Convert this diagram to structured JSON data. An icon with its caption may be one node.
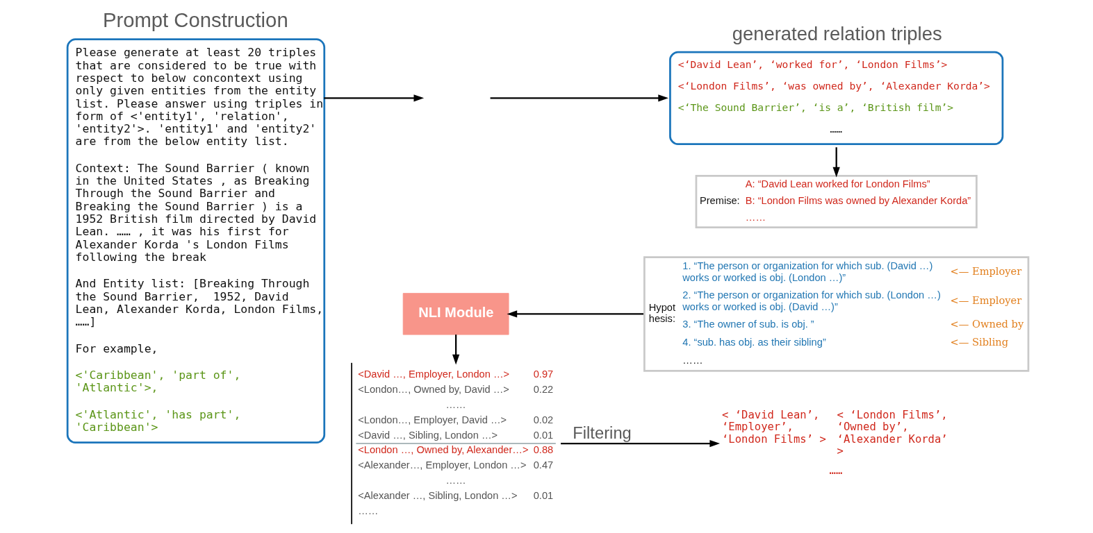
{
  "diagram": {
    "nodes": [
      {
        "text": [
          "Prompt Construction",
          "Please generate at least 20 triples that are considered to be true with respect to below concontext using only given entities from the entity list. Please answer using triples in form of <'entity1', 'relation', 'entity2'>. 'entity1' and 'entity2' are from the below entity list.",
          "Context: The Sound Barrier ( known in the United States , as Breaking Through the Sound Barrier and Breaking the Sound Barrier ) is a 1952 British film directed by David Lean. …… , it was his first for Alexander Korda 's London Films following the break",
          "And Entity list: [Breaking Through the Sound Barrier,  1952, David Lean, Alexander Korda, London Films, ……]",
          "For example,",
          "<'Caribbean', 'part of', 'Atlantic'>,",
          "<'Atlantic', 'has part', 'Caribbean'>"
        ]
      },
      {
        "text": [
          "generated relation triples",
          "<‘David Lean’, ‘worked for’, ‘London Films’>",
          "<‘London Films’, ‘was owned by’, ‘Alexander Korda’>",
          "<‘The Sound Barrier’, ‘is a’, ‘British film’>",
          "……"
        ]
      },
      {
        "text": [
          "Premise:",
          "A: “David Lean worked for London Films”",
          "B: “London Films was owned by Alexander Korda”",
          "……"
        ]
      },
      {
        "text": [
          "Hypot hesis:",
          "1. “The person or organization for which sub. (David …) works or worked is obj. (London …)”",
          "<— Employer",
          "2. “The person or organization for which sub. (London …) works or worked is obj. (David …)”",
          "<— Employer",
          "3. “The owner of sub. is obj. ”",
          "<— Owned by",
          "4. “sub. has obj. as their sibling”",
          "<— Sibling",
          "……"
        ]
      },
      {
        "text": [
          "NLI Module"
        ]
      },
      {
        "text": [
          "<David …, Employer, London …>",
          "0.97",
          "<London…, Owned by, David …>",
          "0.22",
          "……",
          "<London…, Employer, David …>",
          "0.02",
          "<David …, Sibling, London …>",
          "0.01",
          "<London …, Owned by, Alexander…>",
          "0.88",
          "<Alexander…, Employer, London …>",
          "0.47",
          "……",
          "<Alexander …, Sibling, London …>",
          "0.01",
          "……"
        ]
      },
      {
        "text": [
          "< ‘David Lean’, ‘Employer’, ‘London Films’ >",
          "< ‘London Films’, ‘Owned by’, ‘Alexander Korda’ >",
          "……"
        ]
      }
    ],
    "edges": [
      {
        "from": 0,
        "to": null,
        "arrow": "to"
      },
      {
        "from": null,
        "to": 1,
        "arrow": "to"
      },
      {
        "from": 1,
        "to": 2,
        "arrow": "to"
      },
      {
        "from": 3,
        "to": 4,
        "arrow": "to"
      },
      {
        "from": 4,
        "to": 5,
        "arrow": "to"
      },
      {
        "from": 5,
        "to": 6,
        "arrow": "to",
        "label": "Filtering"
      }
    ]
  }
}
